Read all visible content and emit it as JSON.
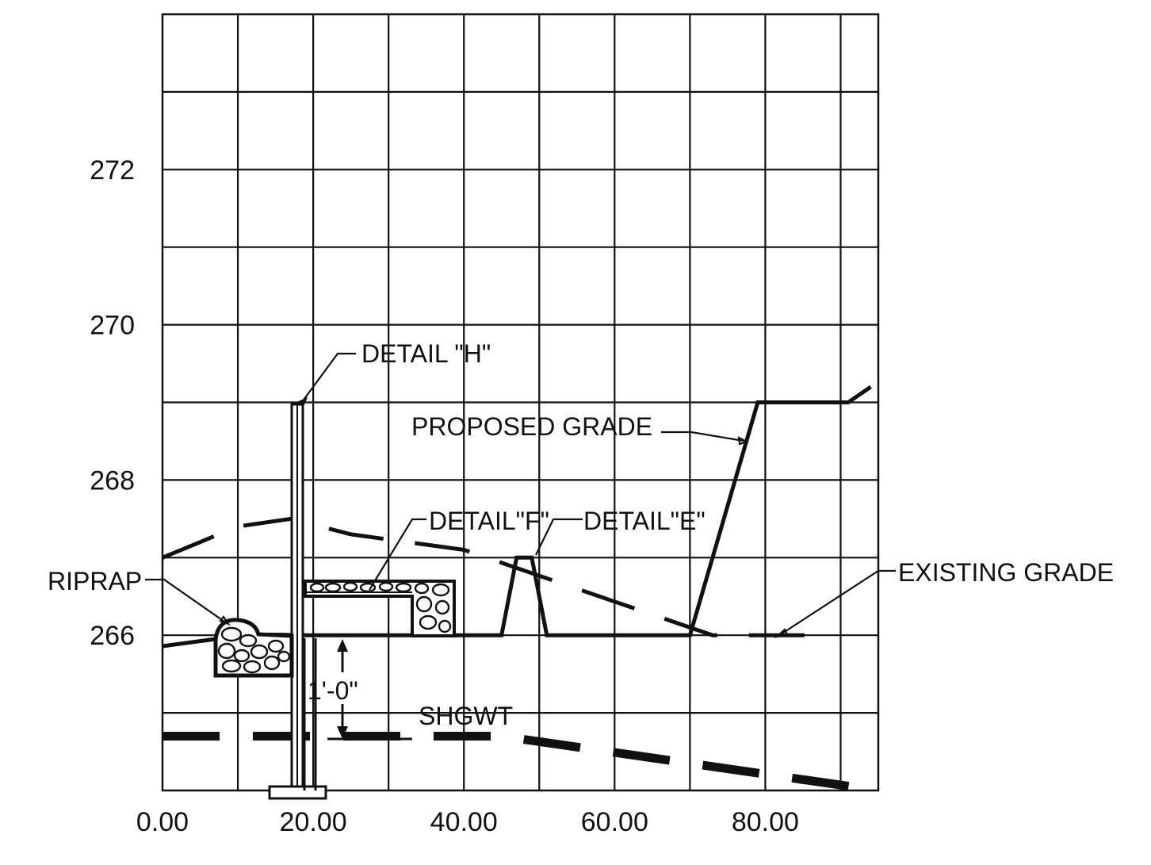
{
  "chart_data": {
    "type": "cross-section",
    "x_ticks": [
      "0.00",
      "20.00",
      "40.00",
      "60.00",
      "80.00"
    ],
    "y_ticks": [
      "266",
      "268",
      "270",
      "272"
    ],
    "xlim": [
      0,
      95
    ],
    "ylim": [
      264,
      274
    ],
    "x_grid_step": 10,
    "y_grid_step": 1,
    "series": [
      {
        "name": "PROPOSED GRADE",
        "style": "solid",
        "points": [
          [
            18,
            266
          ],
          [
            45,
            266
          ],
          [
            47,
            267
          ],
          [
            49,
            267
          ],
          [
            51,
            266
          ],
          [
            70,
            266
          ],
          [
            79,
            269
          ],
          [
            91,
            269
          ],
          [
            94,
            269.2
          ]
        ]
      },
      {
        "name": "EXISTING GRADE",
        "style": "dashed",
        "points": [
          [
            0,
            267
          ],
          [
            10,
            267.4
          ],
          [
            17,
            267.5
          ],
          [
            25,
            267.3
          ],
          [
            40,
            267.1
          ],
          [
            55,
            266.6
          ],
          [
            73,
            266
          ],
          [
            86,
            266
          ]
        ]
      },
      {
        "name": "SHGWT",
        "style": "heavy-dashed",
        "points": [
          [
            0,
            264.7
          ],
          [
            45,
            264.7
          ],
          [
            95,
            264
          ]
        ]
      }
    ],
    "structures": [
      {
        "name": "RIPRAP",
        "x_range": [
          7,
          17
        ],
        "y_range": [
          265.5,
          266.2
        ]
      },
      {
        "name": "DETAIL \"H\"",
        "x": 17.5,
        "y_range": [
          264,
          269
        ]
      },
      {
        "name": "DETAIL\"F\"",
        "x_range": [
          19,
          38
        ],
        "y_range": [
          266,
          266.7
        ]
      },
      {
        "name": "DETAIL\"E\"",
        "x_range": [
          45,
          51
        ],
        "y_range": [
          266,
          267
        ]
      }
    ]
  },
  "annotations": {
    "detail_h": "DETAIL \"H\"",
    "proposed_grade": "PROPOSED GRADE",
    "detail_f": "DETAIL\"F\"",
    "detail_e": "DETAIL\"E\"",
    "riprap": "RIPRAP",
    "existing_grade": "EXISTING GRADE",
    "dimension": "1'-0\"",
    "shgwt": "SHGWT"
  }
}
